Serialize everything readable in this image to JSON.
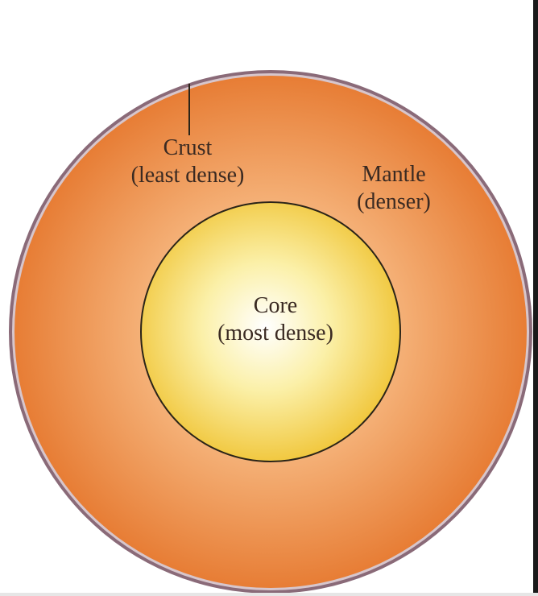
{
  "layers": {
    "crust": {
      "name": "Crust",
      "density": "(least dense)",
      "color": "#8a6a78"
    },
    "mantle": {
      "name": "Mantle",
      "density": "(denser)",
      "color_outer": "#e8823a",
      "color_inner": "#f8c79a"
    },
    "core": {
      "name": "Core",
      "density": "(most dense)",
      "color_outer": "#f3c940",
      "color_inner": "#fffde8"
    }
  },
  "outline_color": "#2a2418"
}
